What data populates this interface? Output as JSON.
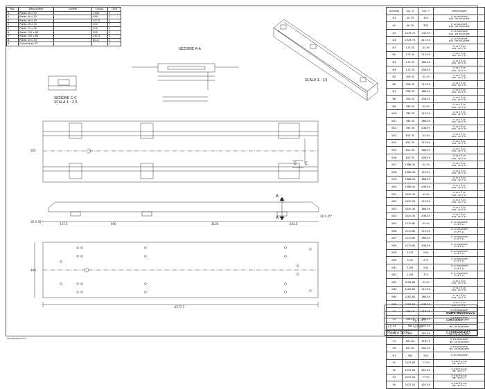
{
  "parts": {
    "headers": [
      "Pos.",
      "Descrizione",
      "codice",
      "Lungh.",
      "Q.tà"
    ],
    "rows": [
      [
        "1",
        "Piatto 40 x 15",
        "",
        "1105",
        "2"
      ],
      [
        "2",
        "Piatto 40 x 15",
        "",
        "490",
        "2"
      ],
      [
        "3",
        "Piatto 40 x 15",
        "",
        "137.5",
        "2"
      ],
      [
        "4",
        "Piatto 40 x 10",
        "",
        "200",
        "7"
      ],
      [
        "5",
        "Piatto 70 x 20",
        "",
        "205",
        "1"
      ],
      [
        "6",
        "Piatto 120 x 60",
        "",
        "305",
        "2"
      ],
      [
        "7",
        "Piatto 120 x 60",
        "",
        "242.5",
        "2"
      ],
      [
        "8",
        "Piatto 40 x 15",
        "",
        "82.5",
        "2"
      ],
      [
        "9",
        "Corniera sp.25",
        "",
        "",
        "1"
      ]
    ]
  },
  "holes": {
    "headers": [
      "Schedia",
      "Loc. X",
      "Loc. Y",
      "Dimensione"
    ],
    "rows": [
      [
        "A1",
        "40.75",
        "142",
        "∅ 14 PASSANTE\nM16 - 6H PASSANTE"
      ],
      [
        "A2",
        "40.75",
        "333",
        "∅ 14 PASSANTE\nM16 - 6H PASSANTE"
      ],
      [
        "A3",
        "2239.75",
        "142.50",
        "∅ 14 PASSANTE\nM16 - 6H PASSANTE"
      ],
      [
        "A4",
        "2239.75",
        "317.50",
        "∅ 14 PASSANTE\nM16 - 6H PASSANTE"
      ],
      [
        "B1",
        "174.30",
        "41.50",
        "∅ 10.2 ∇ 20\nM12 - 6H ∇ 17"
      ],
      [
        "B2",
        "174.30",
        "113.50",
        "∅ 10.2 ∇ 20\nM12 - 6H ∇ 17"
      ],
      [
        "B3",
        "174.30",
        "366.50",
        "∅ 10.2 ∇ 20\nM12 - 6H ∇ 17"
      ],
      [
        "B4",
        "174.30",
        "438.50",
        "∅ 10.2 ∇ 20\nM12 - 6H ∇ 17"
      ],
      [
        "B5",
        "326.30",
        "41.50",
        "∅ 10.2 ∇ 20\nM12 - 6H ∇ 17"
      ],
      [
        "B6",
        "326.30",
        "113.50",
        "∅ 10.2 ∇ 20\nM12 - 6H ∇ 17"
      ],
      [
        "B7",
        "326.30",
        "366.50",
        "∅ 10.2 ∇ 20\nM12 - 6H ∇ 17"
      ],
      [
        "B8",
        "326.30",
        "438.50",
        "∅ 10.2 ∇ 20\nM12 - 6H ∇ 17"
      ],
      [
        "B9",
        "765.30",
        "41.50",
        "∅ 10.2 ∇ 20\nM12 - 6H ∇ 17"
      ],
      [
        "B10",
        "765.30",
        "113.50",
        "∅ 10.2 ∇ 20\nM12 - 6H ∇ 17"
      ],
      [
        "B11",
        "765.30",
        "366.50",
        "∅ 10.2 ∇ 20\nM12 - 6H ∇ 17"
      ],
      [
        "B12",
        "765.30",
        "438.50",
        "∅ 10.2 ∇ 20\nM12 - 6H ∇ 17"
      ],
      [
        "B13",
        "815.30",
        "41.50",
        "∅ 10.2 ∇ 20\nM12 - 6H ∇ 17"
      ],
      [
        "B14",
        "815.30",
        "113.50",
        "∅ 10.2 ∇ 20\nM12 - 6H ∇ 17"
      ],
      [
        "B15",
        "815.30",
        "366.50",
        "∅ 10.2 ∇ 20\nM12 - 6H ∇ 17"
      ],
      [
        "B16",
        "815.30",
        "438.50",
        "∅ 10.2 ∇ 20\nM12 - 6H ∇ 17"
      ],
      [
        "B17",
        "1968.30",
        "41.50",
        "∅ 10.2 ∇ 20\nM12 - 6H ∇ 17"
      ],
      [
        "B18",
        "1968.30",
        "113.50",
        "∅ 10.2 ∇ 20\nM12 - 6H ∇ 17"
      ],
      [
        "B19",
        "1968.30",
        "366.50",
        "∅ 10.2 ∇ 20\nM12 - 6H ∇ 17"
      ],
      [
        "B20",
        "1968.30",
        "438.50",
        "∅ 10.2 ∇ 20\nM12 - 6H ∇ 17"
      ],
      [
        "B21",
        "2020.30",
        "41.50",
        "∅ 10.2 ∇ 20\nM12 - 6H ∇ 17"
      ],
      [
        "B22",
        "2020.30",
        "113.50",
        "∅ 10.2 ∇ 20\nM12 - 6H ∇ 17"
      ],
      [
        "B23",
        "2020.30",
        "366.50",
        "∅ 10.2 ∇ 20\nM12 - 6H ∇ 17"
      ],
      [
        "B24",
        "2020.30",
        "438.50",
        "∅ 10.2 ∇ 20\nM12 - 6H ∇ 17"
      ],
      [
        "B25",
        "2110.80",
        "41.50",
        "∅ 11 PASSANTE\n∅ 18 ∇ 11"
      ],
      [
        "B26",
        "2110.80",
        "113.50",
        "∅ 11 PASSANTE\n∅ 18 ∇ 11"
      ],
      [
        "B27",
        "2110.80",
        "366.50",
        "∅ 11 PASSANTE\n∅ 18 ∇ 11"
      ],
      [
        "B28",
        "2110.80",
        "438.50",
        "∅ 11 PASSANTE\n∅ 18 ∇ 11"
      ],
      [
        "B29",
        "2115",
        "204",
        "∅ 11 PASSANTE\n∅ 18 ∇ 11"
      ],
      [
        "B30",
        "2115",
        "275",
        "∅ 11 PASSANTE\n∅ 18 ∇ 11"
      ],
      [
        "B31",
        "2155",
        "204",
        "∅ 11 PASSANTE\n∅ 18 ∇ 11"
      ],
      [
        "B32",
        "2155",
        "275",
        "∅ 11 PASSANTE\n∅ 18 ∇ 11"
      ],
      [
        "B33",
        "2162.80",
        "41.50",
        "∅ 10.2 ∇ 20\nM12 - 6H ∇ 17"
      ],
      [
        "B34",
        "2162.80",
        "113.50",
        "∅ 10.2 ∇ 20\nM12 - 6H ∇ 17"
      ],
      [
        "B35",
        "2162.80",
        "366.50",
        "∅ 10.2 ∇ 20\nM12 - 6H ∇ 17"
      ],
      [
        "B36",
        "2162.80",
        "438.50",
        "∅ 10.2 ∇ 20\nM12 - 6H ∇ 17"
      ],
      [
        "C1",
        "248.19",
        "218.25",
        "∅ 6.8 PASSANTE\nM8 - 6H PASSANTE"
      ],
      [
        "C2",
        "248.19",
        "261.25",
        "∅ 6.8 PASSANTE\nM8 - 6H PASSANTE"
      ],
      [
        "C3",
        "283",
        "197.50",
        "∅ 6.8 PASSANTE\nM8 - 6H PASSANTE"
      ],
      [
        "C4",
        "283",
        "282.50",
        "∅ 6.8 PASSANTE\nM8 - 6H PASSANTE"
      ],
      [
        "C5",
        "321.81",
        "218.75",
        "∅ 6.8 PASSANTE\nM8 - 6H PASSANTE"
      ],
      [
        "C6",
        "321.81",
        "261.25",
        "∅ 6.8 PASSANTE\nM8 - 6H PASSANTE"
      ],
      [
        "D1",
        "283",
        "240",
        "∅ 30 PASSANTE"
      ],
      [
        "E1",
        "2237.60",
        "77.50",
        "∅ 6.80 ∇ 22.25\nM8 - 6H ∇ 17"
      ],
      [
        "E2",
        "2237.60",
        "402.50",
        "∅ 6.80 ∇ 22.25\nM8 - 6H ∇ 17"
      ],
      [
        "E3",
        "2257.50",
        "77.50",
        "∅ 6.80 ∇ 22.25\nM8 - 6H ∇ 17"
      ],
      [
        "E4",
        "2257.50",
        "402.50",
        "∅ 6.80 ∇ 22.25\nM8 - 6H ∇ 17"
      ]
    ]
  },
  "views": {
    "section_aa": "SEZIONE A-A",
    "section_cc": "SEZIONE C-C",
    "section_cc_scale": "SCALA 1 : 2,5",
    "iso_scale": "SCALA 1 : 10",
    "cut_a": "A",
    "cut_c": "C"
  },
  "dims": {
    "overall_length": "2277.5",
    "mid_length": "1105",
    "left_span": "490",
    "right_span": "242.5",
    "end_a": "137.5",
    "chamfer_left": "30 X 45°",
    "chamfer_right": "30 X 45°",
    "height_480": "480",
    "width_305": "305"
  },
  "title_block": {
    "company": "Delta Meccanica",
    "title": "Piastra Sotto",
    "drawing_no": "02300-07-035",
    "material": "S235JR",
    "scale": "1:5",
    "date": "02/07/2015",
    "sheet": "Fg. 1 di 1"
  },
  "footer": {
    "left_note": "SOLIDWORKS EDU"
  }
}
